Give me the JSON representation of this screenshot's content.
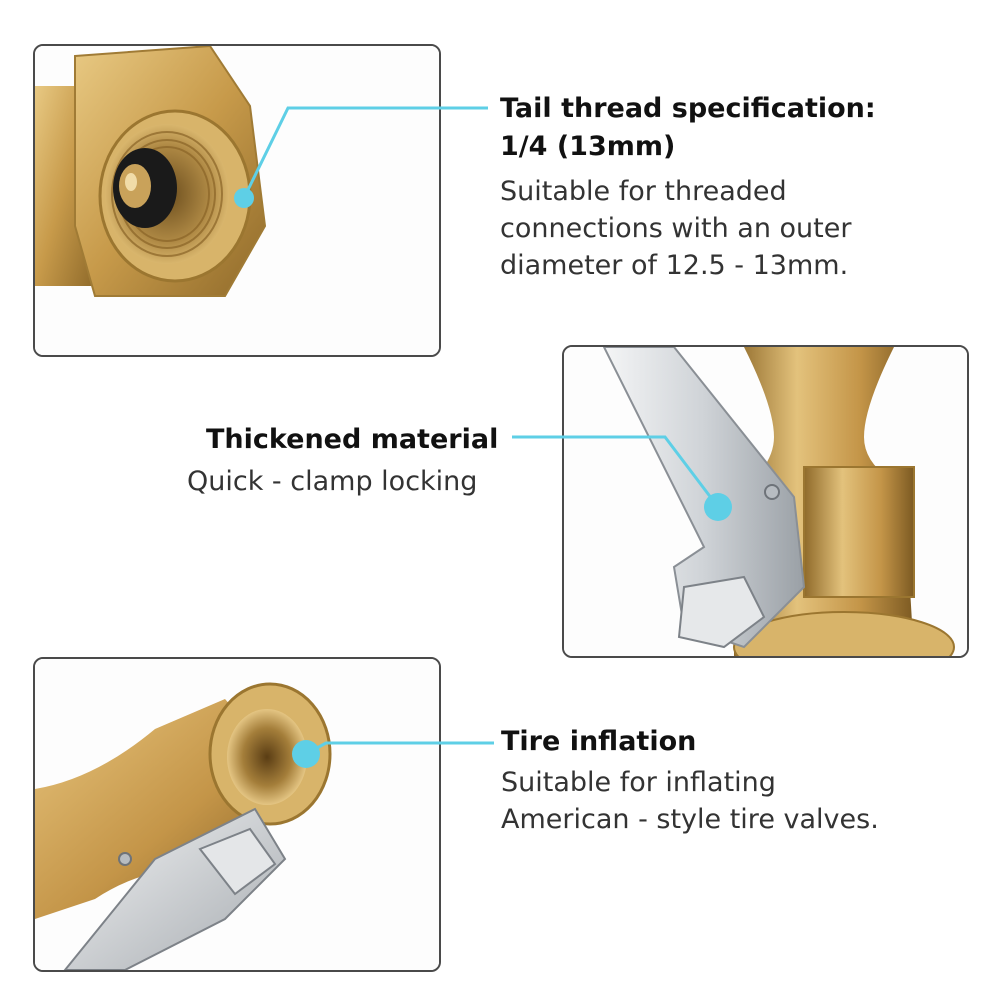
{
  "colors": {
    "accent": "#5ecfe6",
    "brass": "#c9a55a",
    "steel": "#d4d7db",
    "border": "#4a4a4a"
  },
  "callouts": [
    {
      "title_lines": [
        "Tail thread specification:",
        "1/4 (13mm)"
      ],
      "desc_lines": [
        "Suitable for threaded",
        "connections with an outer",
        "diameter of 12.5 - 13mm."
      ]
    },
    {
      "title_lines": [
        "Thickened material"
      ],
      "desc_lines": [
        "Quick - clamp locking"
      ]
    },
    {
      "title_lines": [
        "Tire inflation"
      ],
      "desc_lines": [
        "Suitable for inflating",
        "American - style tire valves."
      ]
    }
  ],
  "photos": [
    {
      "subject": "brass-threaded-hex-end"
    },
    {
      "subject": "brass-chuck-with-steel-clamp-lever"
    },
    {
      "subject": "brass-chuck-inflation-nozzle"
    }
  ]
}
